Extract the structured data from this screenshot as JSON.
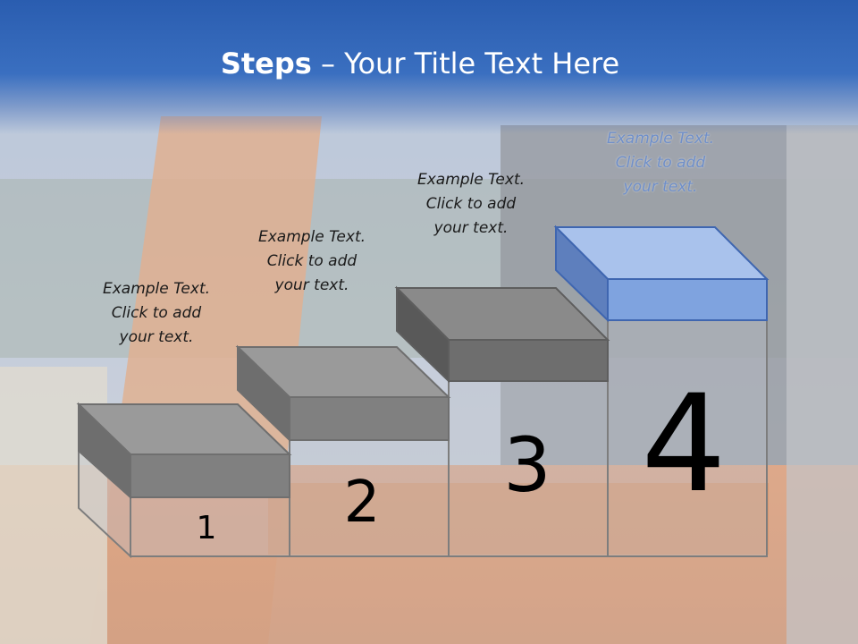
{
  "slide": {
    "title_bold": "Steps",
    "title_rest": " – Your Title Text Here",
    "steps": [
      {
        "number": "1",
        "line1": "Example Text.",
        "line2": "Click  to add",
        "line3": "your text.",
        "color": "#808080"
      },
      {
        "number": "2",
        "line1": "Example Text.",
        "line2": "Click  to add",
        "line3": "your text.",
        "color": "#808080"
      },
      {
        "number": "3",
        "line1": "Example Text.",
        "line2": "Click  to add",
        "line3": "your text.",
        "color": "#6e6e6e"
      },
      {
        "number": "4",
        "line1": "Example Text.",
        "line2": "Click  to add",
        "line3": "your text.",
        "color": "#7fa3df"
      }
    ]
  }
}
